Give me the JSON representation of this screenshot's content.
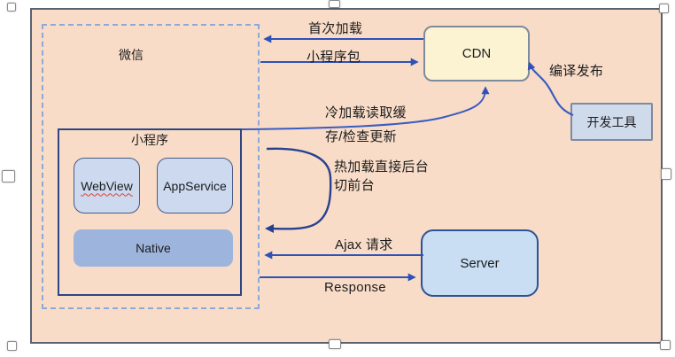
{
  "nodes": {
    "wechat": {
      "label": "微信"
    },
    "miniprogram": {
      "label": "小程序"
    },
    "webview": {
      "label": "WebView"
    },
    "appservice": {
      "label": "AppService"
    },
    "native": {
      "label": "Native"
    },
    "cdn": {
      "label": "CDN"
    },
    "devtools": {
      "label": "开发工具"
    },
    "server": {
      "label": "Server"
    }
  },
  "edges": {
    "first_load": {
      "label": "首次加载"
    },
    "package": {
      "label": "小程序包"
    },
    "cold_load": {
      "line1": "冷加载读取缓",
      "line2": "存/检查更新"
    },
    "compile_publish": {
      "label": "编译发布"
    },
    "hot_load": {
      "line1": "热加载直接后台",
      "line2": "切前台"
    },
    "ajax": {
      "label": "Ajax 请求"
    },
    "response": {
      "label": "Response"
    }
  },
  "colors": {
    "canvas_background": "#f8dcc7",
    "frame_border": "#59626f",
    "dashed_border": "#8ea9d8",
    "navy_border": "#2e4583",
    "panel_fill": "#ccd9ee",
    "native_fill": "#9db4dd",
    "cdn_fill": "#fbf3d2",
    "server_fill": "#c9def2",
    "arrow_blue": "#2e52b8",
    "curve_navy": "#27418f",
    "spellcheck_red": "#e04038"
  }
}
